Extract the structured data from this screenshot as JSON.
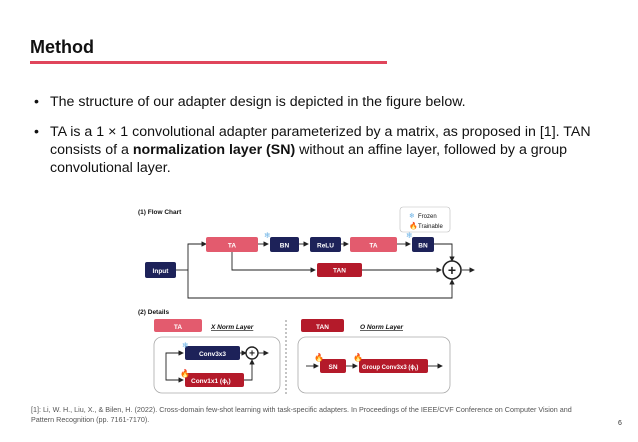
{
  "slide": {
    "title": "Method",
    "page_number": "6"
  },
  "bullets": [
    {
      "text": "The structure of our adapter design is depicted in the figure below."
    },
    {
      "pre": "TA is a 1 × 1 convolutional adapter parameterized by a matrix, as proposed in [1]. TAN consists of a ",
      "bold": "normalization layer (SN)",
      "post": " without an affine layer, followed by a group convolutional layer."
    }
  ],
  "figure": {
    "flow_title": "(1) Flow Chart",
    "details_title": "(2) Details",
    "legend": {
      "frozen": "Frozen",
      "trainable": "Trainable"
    },
    "nodes": {
      "input": "Input",
      "ta_1": "TA",
      "bn_1": "BN",
      "relu": "ReLU",
      "ta_2": "TA",
      "bn_2": "BN",
      "tan": "TAN",
      "sum": "+"
    },
    "details": {
      "ta_tag": "TA",
      "ta_norm": "X Norm Layer",
      "tan_tag": "TAN",
      "tan_norm": "O Norm Layer",
      "conv3x3": "Conv3x3",
      "conv1x1": "Conv1x1 (ϕ",
      "conv1x1_sub": "t",
      "conv1x1_end": ")",
      "sn": "SN",
      "group_conv": "Group Conv3x3 (ϕ",
      "group_conv_sub": "t",
      "group_conv_end": ")",
      "plus": "+"
    },
    "colors": {
      "navy": "#1d2259",
      "red": "#b41a2a",
      "pink": "#e35b6e",
      "snow": "#6fb4e6",
      "fire": "#f08a1c"
    }
  },
  "footnote": "[1]: Li, W. H., Liu, X., & Bilen, H. (2022). Cross-domain few-shot learning with task-specific adapters. In Proceedings of the IEEE/CVF Conference on Computer Vision and Pattern Recognition (pp. 7161-7170)."
}
